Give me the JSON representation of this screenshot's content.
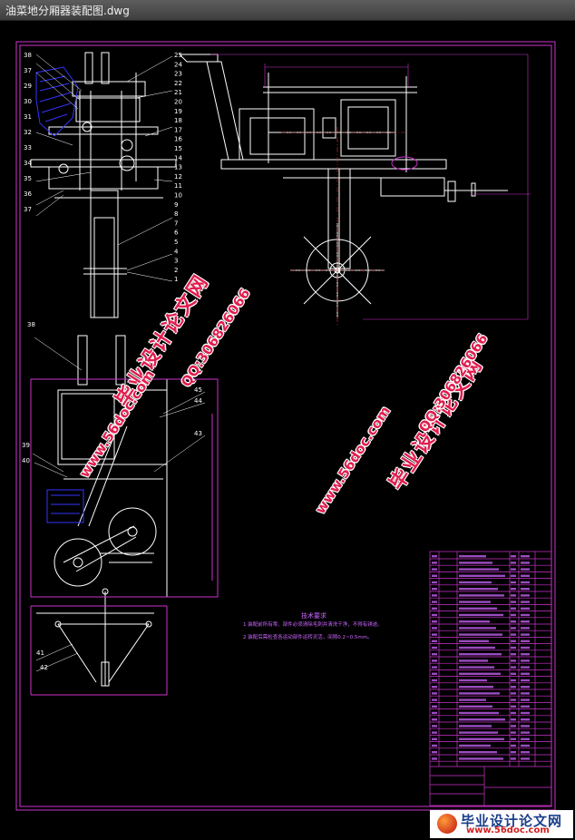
{
  "window": {
    "title": "油菜地分厢器装配图.dwg"
  },
  "colors": {
    "background": "#000000",
    "frame": "#cc33cc",
    "geometry": "#ffffff",
    "hatch": "#3333ff",
    "dim": "#cc33cc",
    "watermark": "#e01e4e"
  },
  "views": {
    "side_view": {
      "part_numbers_left": [
        "38",
        "37",
        "29",
        "30",
        "31",
        "32",
        "33",
        "34",
        "35",
        "36",
        "37"
      ],
      "part_numbers_right": [
        "25",
        "24",
        "23",
        "22",
        "21",
        "20",
        "19",
        "18",
        "17",
        "16",
        "15",
        "14",
        "13",
        "12",
        "11",
        "10",
        "9",
        "8",
        "7",
        "6",
        "5",
        "4",
        "3",
        "2",
        "1"
      ]
    },
    "plan_view": {
      "part_numbers": [
        "38",
        "39",
        "40",
        "41",
        "42",
        "43",
        "44",
        "45"
      ]
    }
  },
  "notes": {
    "heading": "技术要求",
    "items": [
      "1  装配前所有零、部件必须清除毛刺并清洗干净，不得有锈迹。",
      "2  装配后需检查各运动部件运转灵活，间隙0.2~0.5mm。"
    ]
  },
  "watermarks": {
    "brand": "毕业设计论文网",
    "qq": "QQ:306826066",
    "url": "www.56doc.com"
  },
  "logo": {
    "brand": "毕业设计论文网",
    "url": "www.56doc.com"
  }
}
